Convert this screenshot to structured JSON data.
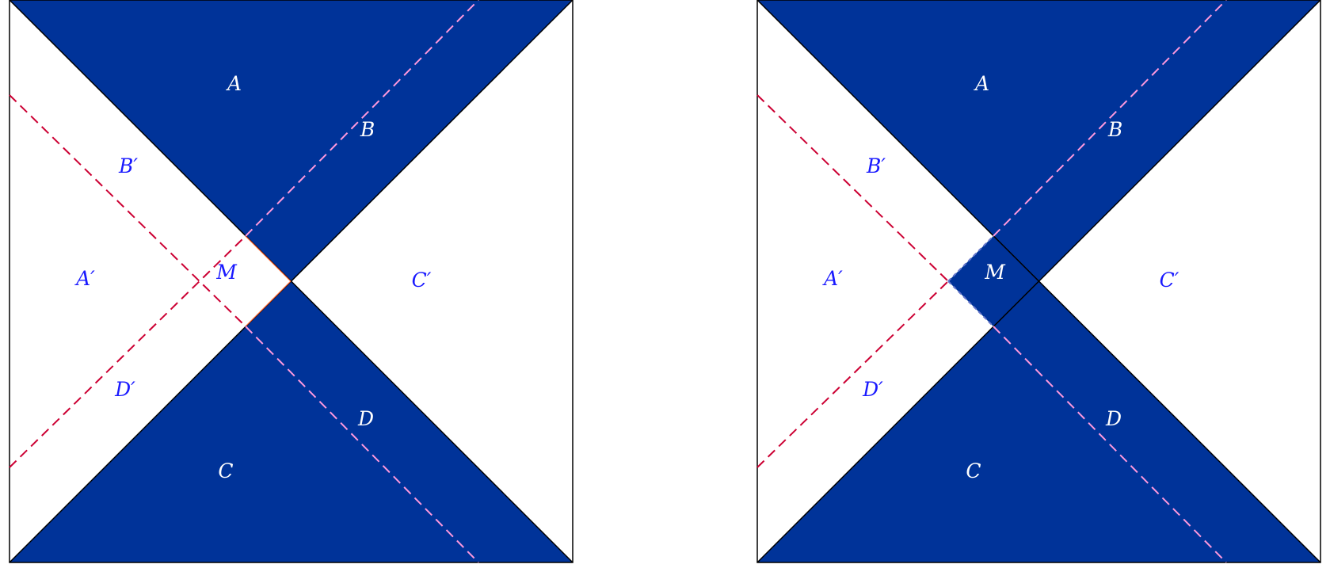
{
  "colors": {
    "fill": "#003399",
    "outline": "#000000",
    "dash_red": "#cc0033",
    "dash_pink": "#ff99dd",
    "label_on_fill": "#ffffff",
    "label_on_white": "#1a1aff"
  },
  "panels": [
    {
      "labels": {
        "A": "A",
        "B": "B",
        "B_prime": "B′",
        "A_prime": "A′",
        "M": "M",
        "C_prime": "C′",
        "D_prime": "D′",
        "D": "D",
        "C": "C"
      }
    },
    {
      "labels": {
        "A": "A",
        "B": "B",
        "B_prime": "B′",
        "A_prime": "A′",
        "M": "M",
        "C_prime": "C′",
        "D_prime": "D′",
        "D": "D",
        "C": "C"
      }
    }
  ]
}
